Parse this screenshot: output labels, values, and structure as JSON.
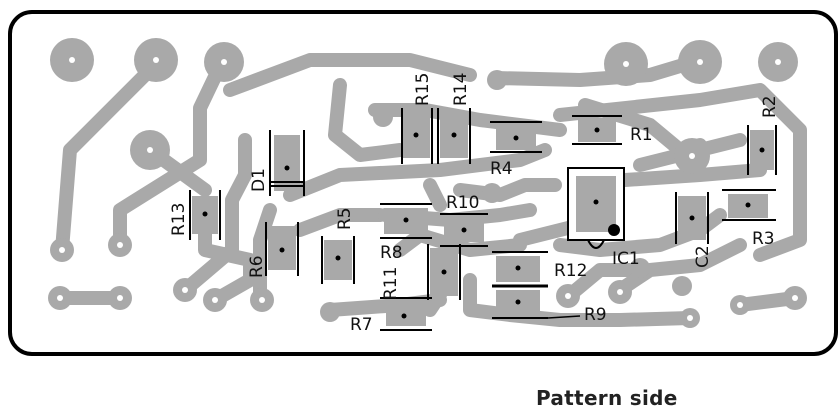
{
  "caption": "Pattern side",
  "colors": {
    "copper": "#a9a9a9",
    "outline": "#000000",
    "background": "#ffffff",
    "label": "#111111"
  },
  "components": {
    "R1": "R1",
    "R2": "R2",
    "R3": "R3",
    "R4": "R4",
    "R5": "R5",
    "R6": "R6",
    "R7": "R7",
    "R8": "R8",
    "R9": "R9",
    "R10": "R10",
    "R11": "R11",
    "R12": "R12",
    "R13": "R13",
    "R14": "R14",
    "R15": "R15",
    "D1": "D1",
    "C2": "C2",
    "IC1": "IC1"
  }
}
